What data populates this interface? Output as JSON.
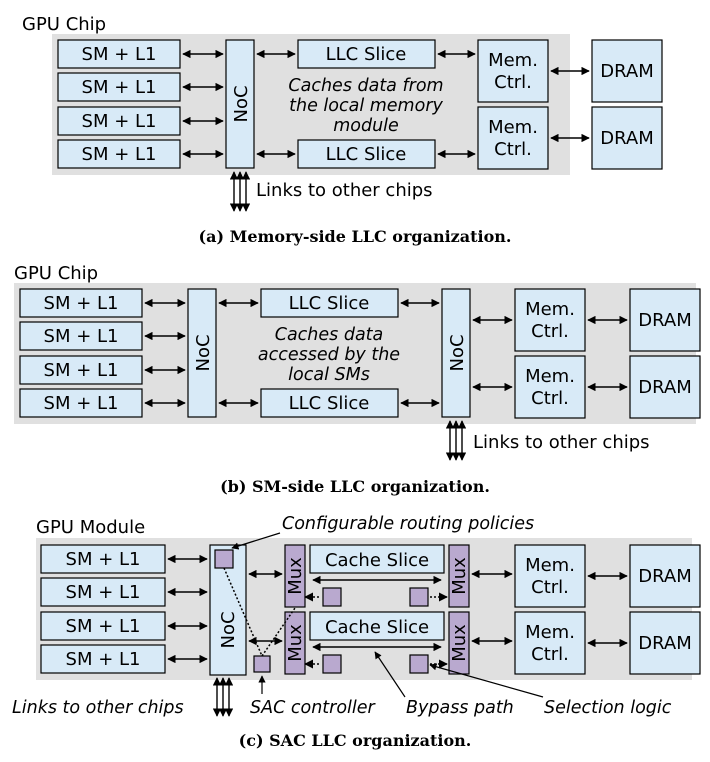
{
  "panel_a": {
    "title": "GPU Chip",
    "sm_labels": [
      "SM + L1",
      "SM + L1",
      "SM + L1",
      "SM + L1"
    ],
    "noc": "NoC",
    "llc_top": "LLC Slice",
    "llc_bottom": "LLC Slice",
    "note": [
      "Caches data from",
      "the local memory",
      "module"
    ],
    "memctrl_top": [
      "Mem.",
      "Ctrl."
    ],
    "memctrl_bottom": [
      "Mem.",
      "Ctrl."
    ],
    "dram_top": "DRAM",
    "dram_bottom": "DRAM",
    "links": "Links to other chips",
    "caption": "(a) Memory-side LLC organization."
  },
  "panel_b": {
    "title": "GPU Chip",
    "sm_labels": [
      "SM + L1",
      "SM + L1",
      "SM + L1",
      "SM + L1"
    ],
    "noc_left": "NoC",
    "noc_right": "NoC",
    "llc_top": "LLC Slice",
    "llc_bottom": "LLC Slice",
    "note": [
      "Caches data",
      "accessed by the",
      "local SMs"
    ],
    "memctrl_top": [
      "Mem.",
      "Ctrl."
    ],
    "memctrl_bottom": [
      "Mem.",
      "Ctrl."
    ],
    "dram_top": "DRAM",
    "dram_bottom": "DRAM",
    "links": "Links to other chips",
    "caption": "(b) SM-side LLC organization."
  },
  "panel_c": {
    "title": "GPU Module",
    "routing_note": "Configurable routing policies",
    "sm_labels": [
      "SM + L1",
      "SM + L1",
      "SM + L1",
      "SM + L1"
    ],
    "noc": "NoC",
    "mux_labels": [
      "Mux",
      "Mux",
      "Mux",
      "Mux"
    ],
    "cache_top": "Cache Slice",
    "cache_bottom": "Cache Slice",
    "memctrl_top": [
      "Mem.",
      "Ctrl."
    ],
    "memctrl_bottom": [
      "Mem.",
      "Ctrl."
    ],
    "dram_top": "DRAM",
    "dram_bottom": "DRAM",
    "links": "Links to other chips",
    "sac_controller": "SAC controller",
    "bypass": "Bypass path",
    "selection": "Selection logic",
    "caption": "(c) SAC LLC organization."
  },
  "colors": {
    "box_fill": "#d8eaf7",
    "mux_fill": "#b9a9cf",
    "panel_fill": "#e0e0e0"
  }
}
